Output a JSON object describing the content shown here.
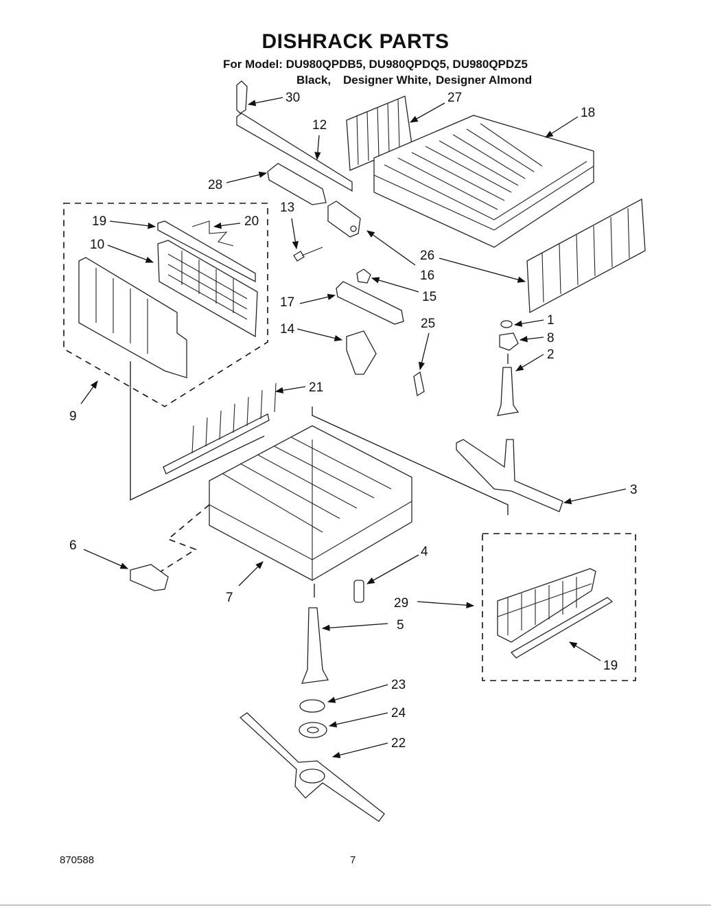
{
  "title": "DISHRACK PARTS",
  "model_line": "For Model: DU980QPDB5, DU980QPDQ5, DU980QPDZ5",
  "colors": [
    "Black,",
    "Designer White,",
    "Designer Almond"
  ],
  "callouts": [
    "30",
    "27",
    "18",
    "12",
    "28",
    "13",
    "19",
    "20",
    "10",
    "16",
    "26",
    "15",
    "17",
    "25",
    "14",
    "1",
    "8",
    "2",
    "21",
    "9",
    "3",
    "6",
    "4",
    "7",
    "29",
    "5",
    "19",
    "23",
    "24",
    "22"
  ],
  "footer": {
    "code": "870588",
    "page": "7"
  }
}
